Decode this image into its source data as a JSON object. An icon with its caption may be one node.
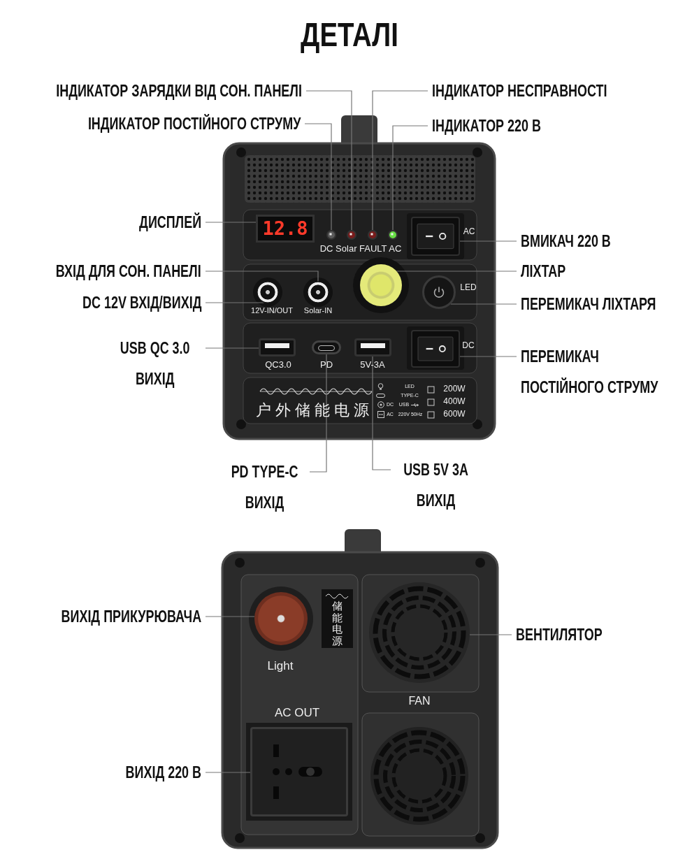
{
  "diagram": {
    "title": "ДЕТАЛІ",
    "nodes": [
      {
        "text": [
          "ІНДИКАТОР ЗАРЯДКИ ВІД СОН. ПАНЕЛІ"
        ]
      },
      {
        "text": [
          "ІНДИКАТОР ПОСТІЙНОГО СТРУМУ"
        ]
      },
      {
        "text": [
          "ІНДИКАТОР НЕСПРАВНОСТІ"
        ]
      },
      {
        "text": [
          "ІНДИКАТОР 220 В"
        ]
      },
      {
        "text": [
          "ДИСПЛЕЙ"
        ]
      },
      {
        "text": [
          "ВХІД ДЛЯ СОН. ПАНЕЛІ"
        ]
      },
      {
        "text": [
          "DC 12V ВХІД/ВИХІД"
        ]
      },
      {
        "text": [
          "USB QC 3.0 ВИХІД"
        ]
      },
      {
        "text": [
          "ВМИКАЧ 220 В"
        ]
      },
      {
        "text": [
          "ЛІХТАР"
        ]
      },
      {
        "text": [
          "ПЕРЕМИКАЧ ЛІХТАРЯ"
        ]
      },
      {
        "text": [
          "ПЕРЕМИКАЧ ПОСТІЙНОГО СТРУМУ"
        ]
      },
      {
        "text": [
          "PD TYPE-C ВИХІД"
        ]
      },
      {
        "text": [
          "USB 5V 3A ВИХІД"
        ]
      },
      {
        "text": [
          "ВИХІД ПРИКУРЮВАЧА"
        ]
      },
      {
        "text": [
          "ВЕНТИЛЯТОР"
        ]
      },
      {
        "text": [
          "ВИХІД 220 В"
        ]
      },
      {
        "text": [],
        "shape": "circle"
      },
      {
        "text": [],
        "shape": "circle"
      },
      {
        "text": [],
        "shape": "circle"
      },
      {
        "text": [],
        "shape": "circle"
      },
      {
        "text": [
          "12.8"
        ]
      },
      {
        "text": [],
        "shape": "box",
        "beside": [
          "AC"
        ]
      },
      {
        "text": [],
        "shape": "circle",
        "beside": [
          "12V-IN/OUT"
        ]
      },
      {
        "text": [],
        "shape": "circle",
        "beside": [
          "Solar-IN"
        ]
      },
      {
        "text": [],
        "shape": "circle"
      },
      {
        "text": [],
        "shape": "circle",
        "beside": [
          "LED"
        ]
      },
      {
        "text": [],
        "shape": "box",
        "beside": [
          "QC3.0"
        ]
      },
      {
        "text": [],
        "shape": "box",
        "beside": [
          "PD"
        ]
      },
      {
        "text": [],
        "shape": "box",
        "beside": [
          "5V-3A"
        ]
      },
      {
        "text": [],
        "shape": "box",
        "beside": [
          "DC"
        ]
      },
      {
        "text": [],
        "shape": "circle",
        "beside": [
          "Light"
        ]
      },
      {
        "text": [],
        "shape": "circle",
        "beside": [
          "FAN"
        ]
      },
      {
        "text": [],
        "shape": "box",
        "beside": [
          "AC OUT"
        ]
      }
    ],
    "edges": [
      {
        "from": 0,
        "to": 18,
        "arrow": "none"
      },
      {
        "from": 1,
        "to": 17,
        "arrow": "none"
      },
      {
        "from": 2,
        "to": 19,
        "arrow": "none"
      },
      {
        "from": 3,
        "to": 20,
        "arrow": "none"
      },
      {
        "from": 4,
        "to": 21,
        "arrow": "none"
      },
      {
        "from": 5,
        "to": 24,
        "arrow": "none"
      },
      {
        "from": 6,
        "to": 23,
        "arrow": "none"
      },
      {
        "from": 7,
        "to": 27,
        "arrow": "none"
      },
      {
        "from": 8,
        "to": 22,
        "arrow": "none"
      },
      {
        "from": 9,
        "to": 25,
        "arrow": "none"
      },
      {
        "from": 10,
        "to": 26,
        "arrow": "none"
      },
      {
        "from": 11,
        "to": 30,
        "arrow": "none"
      },
      {
        "from": 12,
        "to": 28,
        "arrow": "none"
      },
      {
        "from": 13,
        "to": 29,
        "arrow": "none"
      },
      {
        "from": 14,
        "to": 31,
        "arrow": "none"
      },
      {
        "from": 15,
        "to": 32,
        "arrow": "none"
      },
      {
        "from": 16,
        "to": 33,
        "arrow": "none"
      }
    ],
    "labels": [
      "DC Solar FAULT AC",
      "户外储能电源",
      "LED",
      "TYPE-C",
      "DC",
      "USB",
      "AC",
      "220V 50Hz",
      "200W",
      "400W",
      "600W",
      "储能电源"
    ]
  }
}
